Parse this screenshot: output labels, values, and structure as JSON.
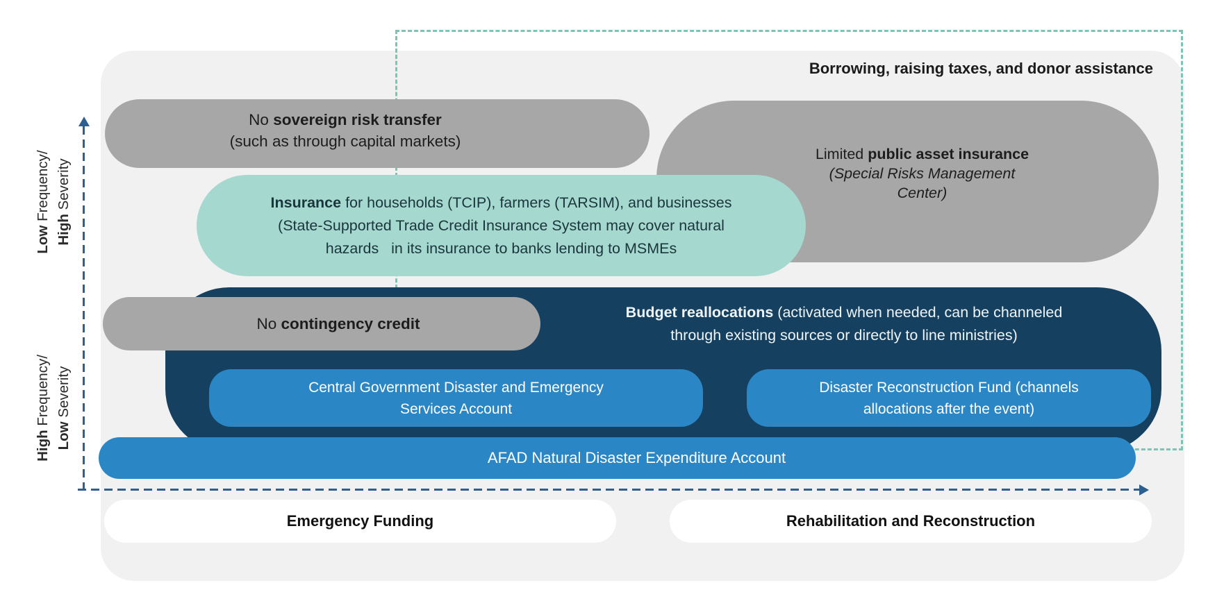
{
  "frame": {
    "heading": "Borrowing, raising taxes, and donor assistance"
  },
  "axis": {
    "upper": {
      "l1_bold": "Low",
      "l1_rest": " Frequency/",
      "l2_bold": "High",
      "l2_rest": " Severity"
    },
    "lower": {
      "l1_bold": "High",
      "l1_rest": " Frequency/",
      "l2_bold": "Low",
      "l2_rest": " Severity"
    }
  },
  "bubbles": {
    "sovereign": {
      "pre": "No ",
      "bold": "sovereign risk transfer",
      "line2": "(such as through capital markets)"
    },
    "public_asset": {
      "pre": "Limited ",
      "bold": "public asset insurance",
      "italic1": "(Special Risks Management",
      "italic2": "Center)"
    },
    "insurance": {
      "bold": "Insurance",
      "l1_rest": " for households (TCIP), farmers (TARSIM), and businesses",
      "l2": "(State-Supported Trade Credit Insurance System may cover natural",
      "l3": "hazards   in its insurance to banks lending to MSMEs"
    },
    "contingency": {
      "pre": "No ",
      "bold": "contingency credit"
    },
    "budget": {
      "bold": "Budget reallocations",
      "l1_rest": " (activated when needed, can be channeled",
      "l2": "through existing sources or directly to line ministries)"
    },
    "central": {
      "l1": "Central Government Disaster and Emergency",
      "l2": "Services Account"
    },
    "fund": {
      "l1": "Disaster Reconstruction Fund (channels",
      "l2": "allocations after the event)"
    },
    "afad": {
      "label": "AFAD Natural Disaster Expenditure Account"
    },
    "emergency": {
      "label": "Emergency Funding"
    },
    "rehab": {
      "label": "Rehabilitation and Reconstruction"
    }
  },
  "colors": {
    "navy": "#15405f",
    "blue": "#2a86c4",
    "teal_fill": "#a5d8cf",
    "gray": "#a7a7a7",
    "panel": "#f1f1f2",
    "dash_teal": "#7cc4b6",
    "dash_blue": "#2d6091"
  }
}
